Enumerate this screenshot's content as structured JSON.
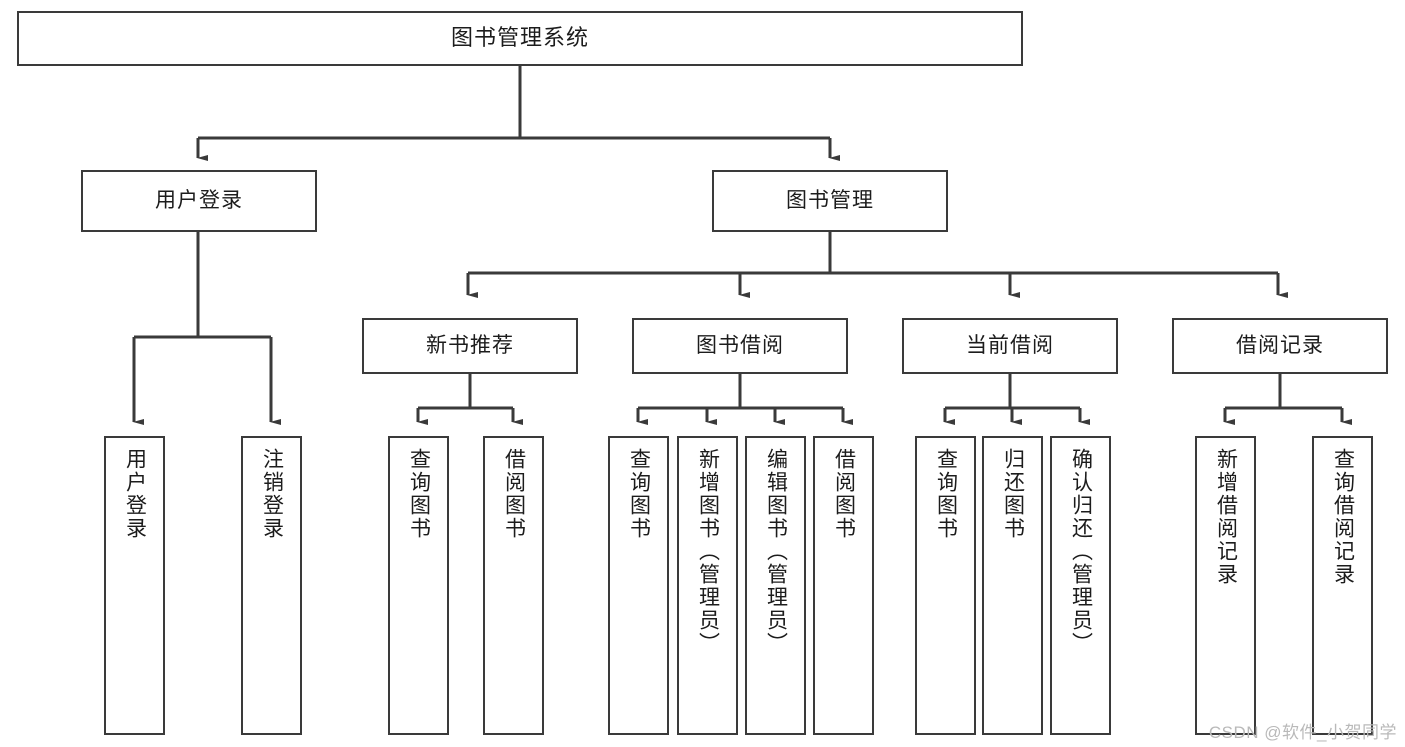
{
  "diagram": {
    "title": "图书管理系统",
    "watermark": "CSDN @软件_小贺同学",
    "line_color": "#3a3a3a",
    "box_fill": "#ffffff",
    "text_color": "#1c1c1c",
    "watermark_color": "#b9b9b9"
  },
  "nodes": {
    "root": {
      "label": "图书管理系统"
    },
    "level2": [
      {
        "label": "用户登录"
      },
      {
        "label": "图书管理"
      }
    ],
    "level3": [
      {
        "label": "新书推荐"
      },
      {
        "label": "图书借阅"
      },
      {
        "label": "当前借阅"
      },
      {
        "label": "借阅记录"
      }
    ],
    "leaves": {
      "user_login": [
        {
          "label": "用户登录"
        },
        {
          "label": "注销登录"
        }
      ],
      "new_book_recommend": [
        {
          "label": "查询图书"
        },
        {
          "label": "借阅图书"
        }
      ],
      "book_borrow": [
        {
          "label": "查询图书"
        },
        {
          "label": "新增图书（管理员）"
        },
        {
          "label": "编辑图书（管理员）"
        },
        {
          "label": "借阅图书"
        }
      ],
      "current_borrow": [
        {
          "label": "查询图书"
        },
        {
          "label": "归还图书"
        },
        {
          "label": "确认归还（管理员）"
        }
      ],
      "borrow_record": [
        {
          "label": "新增借阅记录"
        },
        {
          "label": "查询借阅记录"
        }
      ]
    }
  }
}
